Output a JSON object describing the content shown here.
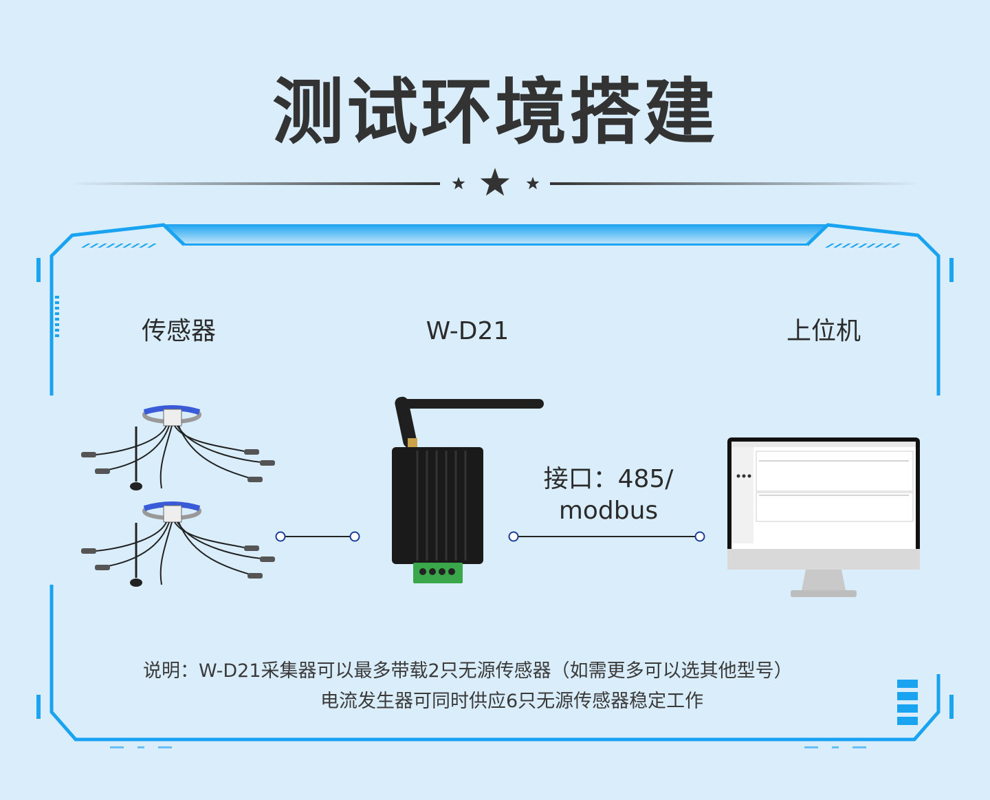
{
  "title": "测试环境搭建",
  "columns": {
    "sensor": "传感器",
    "device": "W-D21",
    "host": "上位机"
  },
  "interface": {
    "line1": "接口：485/",
    "line2": "modbus"
  },
  "note": {
    "line1": "说明：W-D21采集器可以最多带载2只无源传感器（如需更多可以选其他型号）",
    "line2": "电流发生器可同时供应6只无源传感器稳定工作"
  },
  "colors": {
    "background": "#d9eefa",
    "accent": "#1aa3f0",
    "title": "#333333",
    "device_body": "#1a1a1a",
    "terminal": "#3aa84a"
  }
}
